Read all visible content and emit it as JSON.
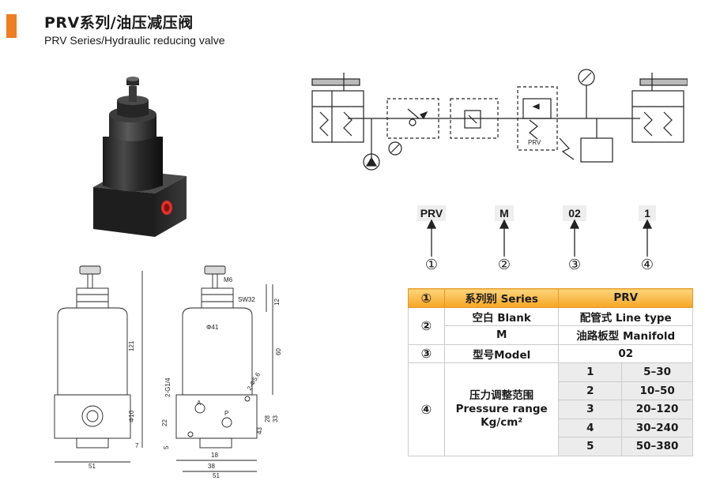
{
  "header": {
    "title_cn": "PRV系列/油压减压阀",
    "title_en": "PRV Series/Hydraulic reducing valve",
    "accent_color": "#ef7d22"
  },
  "schematic": {
    "inner_label": "PRV"
  },
  "model_code": {
    "parts": [
      "PRV",
      "M",
      "02",
      "1"
    ],
    "numbers": [
      "①",
      "②",
      "③",
      "④"
    ]
  },
  "drawing": {
    "left": [
      "121",
      "Φ10",
      "7",
      "51"
    ],
    "right": [
      "M6",
      "SW32",
      "12",
      "Φ41",
      "60",
      "2-G1/4",
      "2-Φ5.6",
      "A",
      "P",
      "22",
      "5",
      "43",
      "28",
      "33",
      "18",
      "38",
      "51"
    ]
  },
  "spec_table": {
    "header": {
      "num": "①",
      "label": "系列别 Series",
      "value": "PRV"
    },
    "type_num": "②",
    "type_rows": [
      {
        "code": "空白 Blank",
        "desc": "配管式 Line type"
      },
      {
        "code": "M",
        "desc": "油路板型 Manifold"
      }
    ],
    "model": {
      "num": "③",
      "label": "型号Model",
      "value": "02"
    },
    "pressure": {
      "num": "④",
      "label_cn": "压力调整范围",
      "label_en": "Pressure range",
      "unit": "Kg/cm²",
      "rows": [
        {
          "code": "1",
          "range": "5–30"
        },
        {
          "code": "2",
          "range": "10–50"
        },
        {
          "code": "3",
          "range": "20–120"
        },
        {
          "code": "4",
          "range": "30–240"
        },
        {
          "code": "5",
          "range": "50–380"
        }
      ]
    }
  }
}
